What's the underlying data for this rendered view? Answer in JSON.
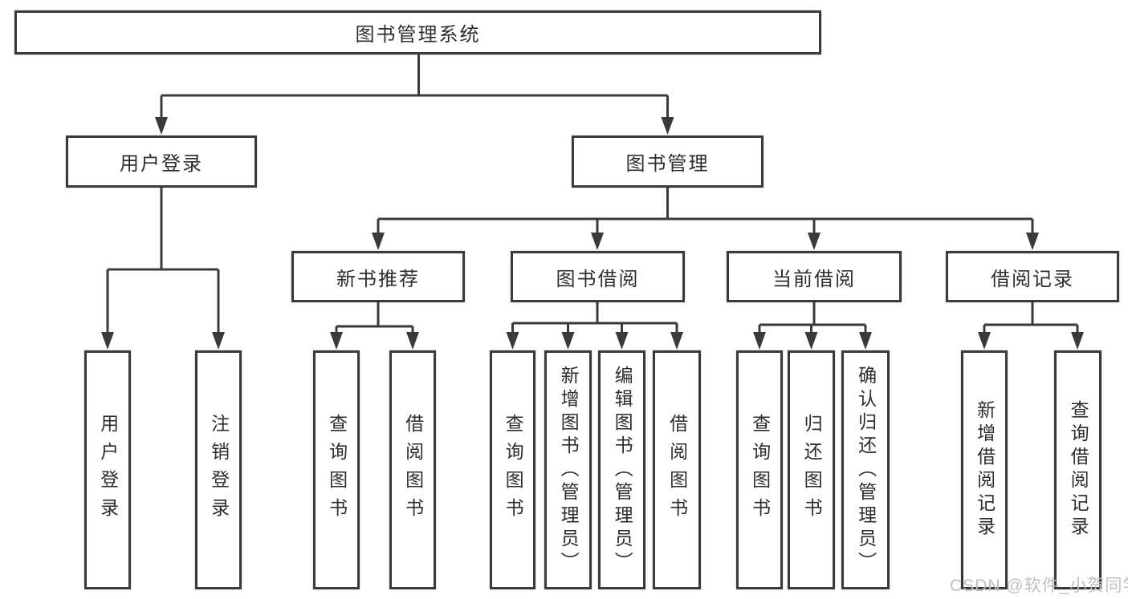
{
  "tree": {
    "root": {
      "label": "图书管理系统"
    },
    "branches": [
      {
        "label": "用户登录",
        "children": [
          {
            "label": "用户登录"
          },
          {
            "label": "注销登录"
          }
        ]
      },
      {
        "label": "图书管理",
        "children": [
          {
            "label": "新书推荐",
            "children": [
              {
                "label": "查询图书"
              },
              {
                "label": "借阅图书"
              }
            ]
          },
          {
            "label": "图书借阅",
            "children": [
              {
                "label": "查询图书"
              },
              {
                "label": "新增图书（管理员）"
              },
              {
                "label": "编辑图书（管理员）"
              },
              {
                "label": "借阅图书"
              }
            ]
          },
          {
            "label": "当前借阅",
            "children": [
              {
                "label": "查询图书"
              },
              {
                "label": "归还图书"
              },
              {
                "label": "确认归还（管理员）"
              }
            ]
          },
          {
            "label": "借阅记录",
            "children": [
              {
                "label": "新增借阅记录"
              },
              {
                "label": "查询借阅记录"
              }
            ]
          }
        ]
      }
    ]
  },
  "watermark": {
    "text": "CSDN @软件_小贺同学"
  },
  "colors": {
    "line": "#3a3a3a",
    "text": "#2d2d2d",
    "watermark": "#bfbfbf",
    "background": "#ffffff"
  }
}
